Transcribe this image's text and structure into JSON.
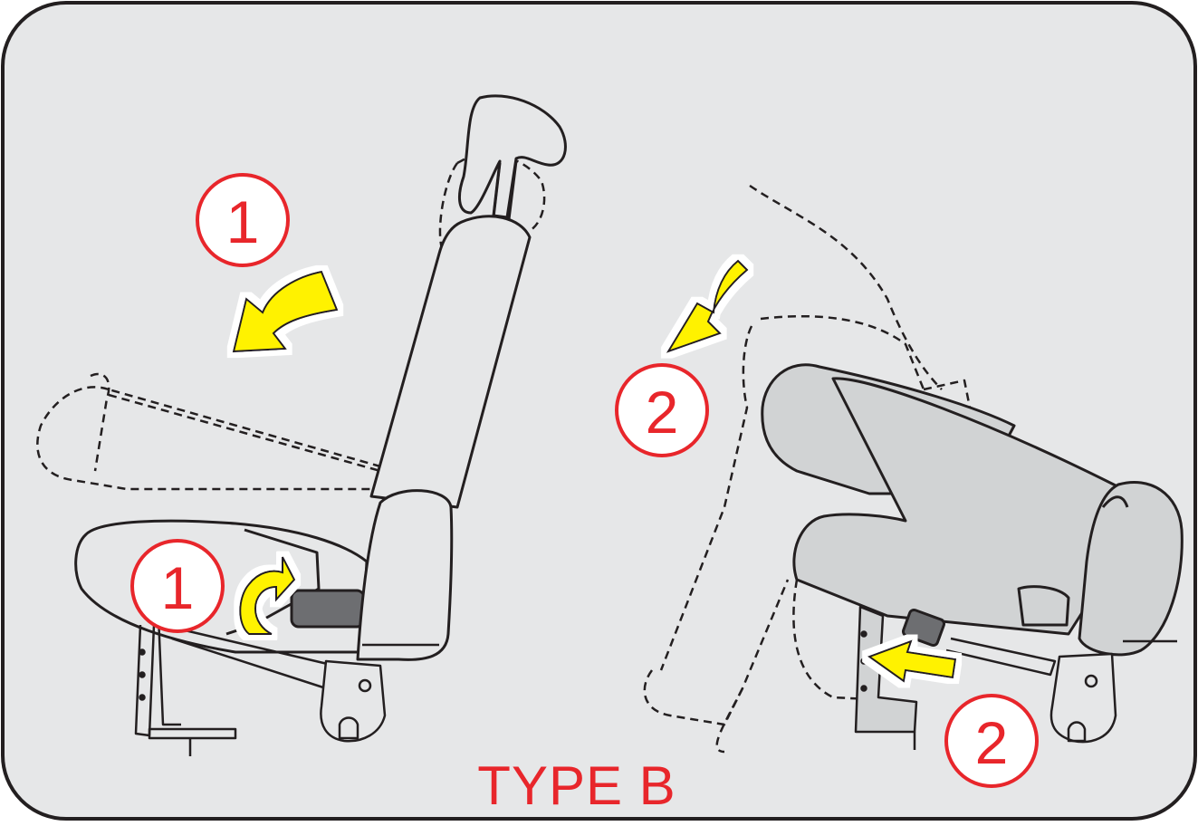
{
  "caption": "TYPE B",
  "steps": {
    "top_left": "1",
    "seat_lever": "1",
    "top_right": "2",
    "bottom_right": "2"
  },
  "colors": {
    "panel": "#e6e7e8",
    "outline": "#231f20",
    "accent": "#e8262b",
    "arrow": "#fff200",
    "seat_fill": "#d1d3d4",
    "handle": "#6d6e71"
  }
}
